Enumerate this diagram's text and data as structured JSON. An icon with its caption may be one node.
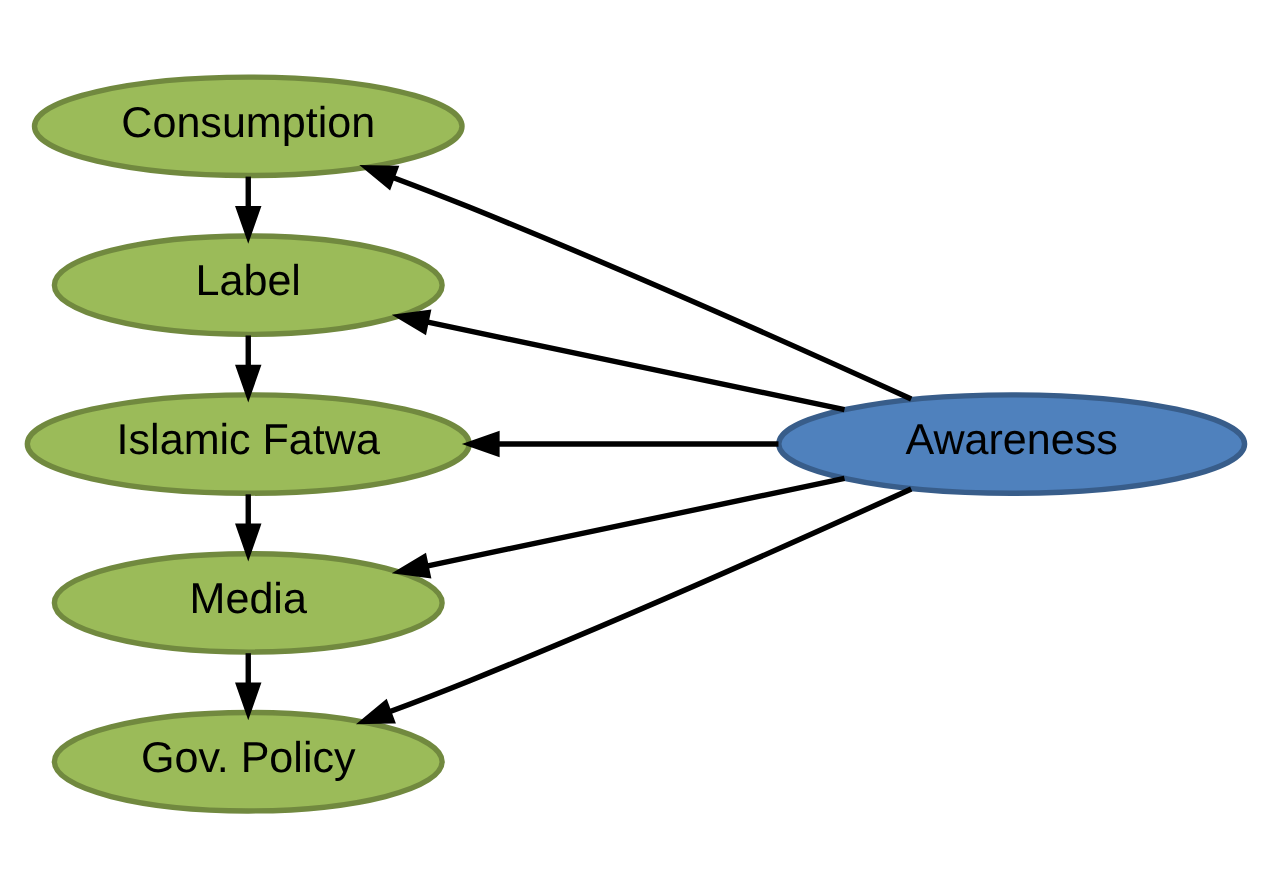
{
  "diagram": {
    "nodes": [
      {
        "text": [
          "Consumption"
        ]
      },
      {
        "text": [
          "Label"
        ]
      },
      {
        "text": [
          "Islamic Fatwa"
        ]
      },
      {
        "text": [
          "Media"
        ]
      },
      {
        "text": [
          "Gov. Policy"
        ]
      },
      {
        "text": [
          "Awareness"
        ]
      }
    ],
    "edges": [
      {
        "from": 0,
        "to": 1,
        "arrow": "to"
      },
      {
        "from": 1,
        "to": 2,
        "arrow": "to"
      },
      {
        "from": 2,
        "to": 3,
        "arrow": "to"
      },
      {
        "from": 3,
        "to": 4,
        "arrow": "to"
      },
      {
        "from": 5,
        "to": 0,
        "arrow": "to"
      },
      {
        "from": 5,
        "to": 1,
        "arrow": "to"
      },
      {
        "from": 5,
        "to": 2,
        "arrow": "to"
      },
      {
        "from": 5,
        "to": 3,
        "arrow": "to"
      },
      {
        "from": 5,
        "to": 4,
        "arrow": "to"
      }
    ]
  }
}
